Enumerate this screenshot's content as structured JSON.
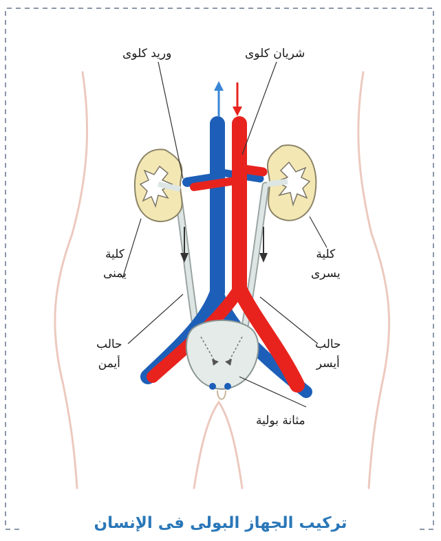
{
  "caption": "تركيب الجهاز البولى فى الإنسان",
  "labels": {
    "renal_vein": "وريد كلوى",
    "renal_artery": "شريان كلوى",
    "right_kidney": [
      "كلية",
      "يمنى"
    ],
    "left_kidney": [
      "كلية",
      "يسرى"
    ],
    "right_ureter": [
      "حالب",
      "أيمن"
    ],
    "left_ureter": [
      "حالب",
      "أيسر"
    ],
    "bladder": "مثانة بولية"
  },
  "colors": {
    "artery": "#e8231e",
    "vein": "#1d5fb8",
    "kidney_cortex": "#f3e7b4",
    "body_outline": "#ecc9bf",
    "ureter": "#dde6e4",
    "caption": "#2a77b8",
    "frame": "#8a96a8"
  }
}
